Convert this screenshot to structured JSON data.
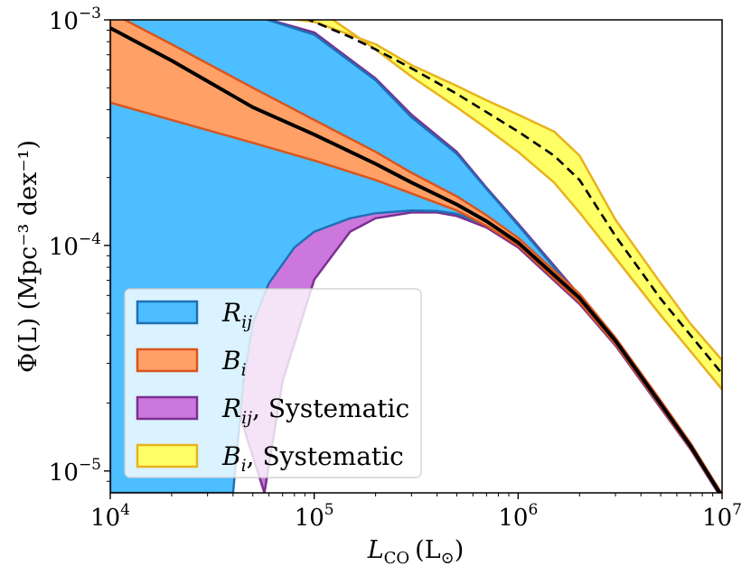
{
  "chart_data": {
    "type": "area",
    "xscale": "log",
    "yscale": "log",
    "xlim": [
      10000,
      10000000
    ],
    "ylim": [
      8e-06,
      0.001
    ],
    "xlabel_main": "L",
    "xlabel_sub": "CO",
    "xlabel_unit": "(L",
    "xlabel_unit_sub": "⊙",
    "xlabel_close": ")",
    "ylabel": "Φ(L) (Mpc⁻³ dex⁻¹)",
    "x_ticks": [
      {
        "value": 10000,
        "base": "10",
        "exp": "4"
      },
      {
        "value": 100000,
        "base": "10",
        "exp": "5"
      },
      {
        "value": 1000000,
        "base": "10",
        "exp": "6"
      },
      {
        "value": 10000000,
        "base": "10",
        "exp": "7"
      }
    ],
    "y_ticks": [
      {
        "value": 1e-05,
        "base": "10",
        "exp": "−5"
      },
      {
        "value": 0.0001,
        "base": "10",
        "exp": "−4"
      },
      {
        "value": 0.001,
        "base": "10",
        "exp": "−3"
      }
    ],
    "grid": false,
    "legend_position": "lower-left",
    "legend": [
      {
        "key": "Rij",
        "label_main": "R",
        "label_sub": "ij",
        "label_suffix": "",
        "fill": "#4DBEFF",
        "stroke": "#1f6fb4"
      },
      {
        "key": "Bi",
        "label_main": "B",
        "label_sub": "i",
        "label_suffix": "",
        "fill": "#FFA066",
        "stroke": "#D9551E"
      },
      {
        "key": "RijSys",
        "label_main": "R",
        "label_sub": "ij",
        "label_suffix": ", Systematic",
        "fill": "#CC77DD",
        "stroke": "#7B2F90"
      },
      {
        "key": "BiSys",
        "label_main": "B",
        "label_sub": "i",
        "label_suffix": ", Systematic",
        "fill": "#FFFF66",
        "stroke": "#E8B21E"
      }
    ],
    "series": [
      {
        "key": "RijSys",
        "name": "R_ij, Systematic",
        "fill": "#CC77DD",
        "stroke": "#7B2F90",
        "upper": {
          "x": [
            10000,
            20000,
            50000,
            100000,
            200000,
            300000,
            500000,
            700000,
            1000000,
            2000000,
            3000000,
            5000000,
            7000000,
            10000000
          ],
          "y": [
            0.00115,
            0.00115,
            0.00105,
            0.00088,
            0.00055,
            0.00038,
            0.00026,
            0.00018,
            0.000125,
            6e-05,
            3.8e-05,
            2e-05,
            1.3e-05,
            7.8e-06
          ]
        },
        "lower": {
          "x": [
            57000,
            70000,
            100000,
            150000,
            200000,
            300000,
            400000,
            500000,
            700000,
            1000000,
            2000000,
            3000000,
            5000000,
            7000000,
            10000000
          ],
          "y": [
            8e-06,
            2.5e-05,
            7.05e-05,
            0.000115,
            0.000132,
            0.00014,
            0.00014,
            0.000135,
            0.00012,
            9.8e-05,
            5.5e-05,
            3.6e-05,
            1.9e-05,
            1.25e-05,
            7.5e-06
          ]
        }
      },
      {
        "key": "Rij",
        "name": "R_ij",
        "fill": "#4DBEFF",
        "stroke": "#1f6fb4",
        "upper": {
          "x": [
            10000,
            20000,
            50000,
            100000,
            200000,
            300000,
            500000,
            700000,
            1000000,
            2000000,
            3000000,
            5000000,
            7000000,
            10000000
          ],
          "y": [
            0.00115,
            0.00115,
            0.00105,
            0.00086,
            0.00054,
            0.00037,
            0.000255,
            0.000178,
            0.000123,
            5.9e-05,
            3.75e-05,
            1.98e-05,
            1.29e-05,
            7.7e-06
          ]
        },
        "lower": {
          "x": [
            10000,
            40000,
            45000,
            50000,
            60000,
            80000,
            100000,
            150000,
            200000,
            300000,
            400000,
            500000,
            700000,
            1000000,
            2000000,
            3000000,
            5000000,
            7000000,
            10000000
          ],
          "y": [
            8e-06,
            8e-06,
            2.5e-05,
            4.5e-05,
            6.8e-05,
            9.8e-05,
            0.000115,
            0.000132,
            0.000139,
            0.000143,
            0.000142,
            0.000138,
            0.000123,
            0.0001,
            5.6e-05,
            3.65e-05,
            1.93e-05,
            1.26e-05,
            7.6e-06
          ]
        }
      },
      {
        "key": "Bi",
        "name": "B_i",
        "fill": "#FFA066",
        "stroke": "#D9551E",
        "upper": {
          "x": [
            10000,
            20000,
            50000,
            100000,
            200000,
            300000,
            500000,
            700000,
            1000000,
            2000000,
            3000000,
            5000000,
            7000000,
            10000000
          ],
          "y": [
            0.00108,
            0.00078,
            0.0005,
            0.00036,
            0.00026,
            0.00021,
            0.000165,
            0.000136,
            0.000108,
            6.1e-05,
            3.9e-05,
            2.05e-05,
            1.33e-05,
            7.9e-06
          ]
        },
        "lower": {
          "x": [
            10000,
            20000,
            50000,
            100000,
            200000,
            300000,
            500000,
            700000,
            1000000,
            2000000,
            3000000,
            5000000,
            7000000,
            10000000
          ],
          "y": [
            0.00043,
            0.00036,
            0.000285,
            0.000238,
            0.000195,
            0.00017,
            0.000143,
            0.000122,
            0.0001,
            5.6e-05,
            3.65e-05,
            1.93e-05,
            1.26e-05,
            7.6e-06
          ]
        }
      },
      {
        "key": "BiSys",
        "name": "B_i, Systematic",
        "fill": "#FFFF66",
        "stroke": "#E8B21E",
        "upper": {
          "x": [
            70000,
            100000,
            200000,
            300000,
            500000,
            700000,
            1000000,
            1500000,
            2000000,
            3000000,
            5000000,
            7000000,
            10000000
          ],
          "y": [
            0.00102,
            0.00098,
            0.00078,
            0.00063,
            0.00051,
            0.00044,
            0.00038,
            0.00032,
            0.00025,
            0.00013,
            6.8e-05,
            4.5e-05,
            3.1e-05
          ]
        },
        "lower": {
          "x": [
            120000,
            200000,
            300000,
            500000,
            700000,
            1000000,
            1500000,
            2000000,
            3000000,
            5000000,
            7000000,
            10000000
          ],
          "y": [
            0.00102,
            0.00074,
            0.00056,
            0.00041,
            0.00033,
            0.00026,
            0.00019,
            0.00014,
            8.8e-05,
            4.9e-05,
            3.4e-05,
            2.3e-05
          ]
        }
      }
    ],
    "lines": [
      {
        "key": "mean",
        "style": "solid",
        "color": "#000000",
        "x": [
          10000,
          20000,
          50000,
          100000,
          200000,
          300000,
          500000,
          700000,
          1000000,
          2000000,
          3000000,
          5000000,
          7000000,
          10000000
        ],
        "y": [
          0.00092,
          0.00066,
          0.00041,
          0.00031,
          0.00023,
          0.00019,
          0.000152,
          0.000128,
          0.000103,
          5.85e-05,
          3.78e-05,
          1.98e-05,
          1.29e-05,
          7.7e-06
        ]
      },
      {
        "key": "systematic-mean",
        "style": "dashed",
        "color": "#000000",
        "x": [
          90000,
          150000,
          200000,
          300000,
          500000,
          700000,
          1000000,
          1500000,
          2000000,
          3000000,
          5000000,
          7000000,
          10000000
        ],
        "y": [
          0.00102,
          0.00084,
          0.00074,
          0.00061,
          0.00047,
          0.00039,
          0.00032,
          0.00025,
          0.000195,
          0.00011,
          5.8e-05,
          4e-05,
          2.7e-05
        ]
      }
    ]
  }
}
